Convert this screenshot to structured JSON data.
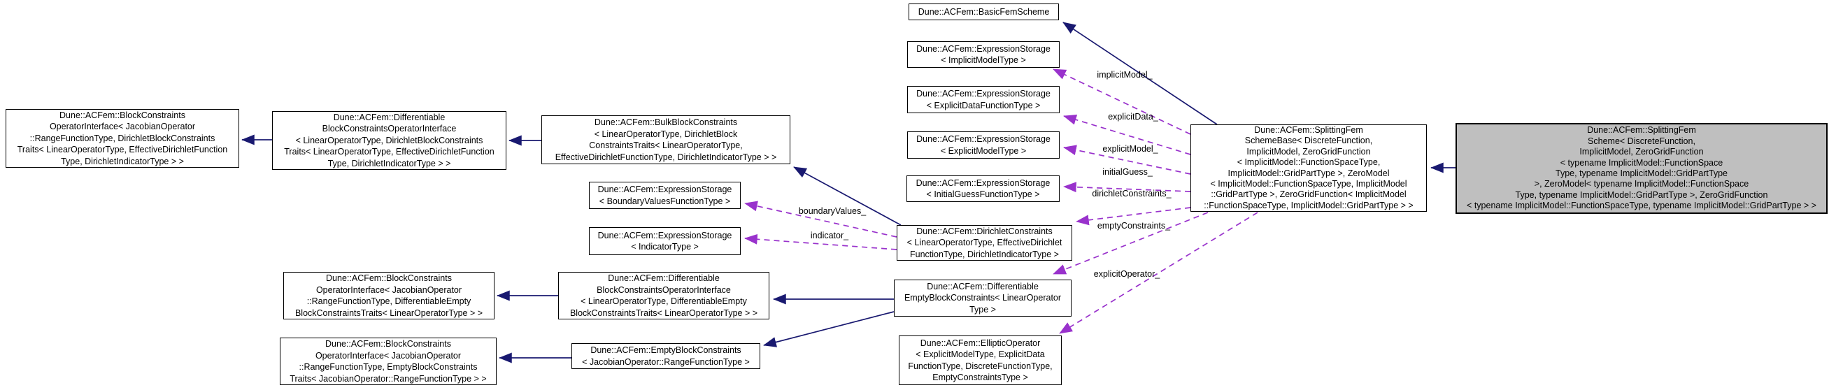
{
  "diagram": {
    "kind": "doxygen-collaboration-graph",
    "colors": {
      "inheritance_edge": "#191970",
      "usage_edge": "#9932cc",
      "node_background": "#ffffff",
      "node_border": "#000000",
      "current_node_background": "#bfbfbf",
      "text": "#000000"
    }
  },
  "nodes": {
    "bc_op_dirichlet": {
      "label": "Dune::ACFem::BlockConstraints\nOperatorInterface< JacobianOperator\n::RangeFunctionType, DirichletBlockConstraints\nTraits< LinearOperatorType, EffectiveDirichletFunction\nType, DirichletIndicatorType > >"
    },
    "diff_bc_op_dirichlet": {
      "label": "Dune::ACFem::Differentiable\nBlockConstraintsOperatorInterface\n< LinearOperatorType, DirichletBlockConstraints\nTraits< LinearOperatorType, EffectiveDirichletFunction\nType, DirichletIndicatorType > >"
    },
    "bulk_block_constraints": {
      "label": "Dune::ACFem::BulkBlockConstraints\n< LinearOperatorType, DirichletBlock\nConstraintsTraits< LinearOperatorType,\nEffectiveDirichletFunctionType, DirichletIndicatorType > >"
    },
    "expr_boundary_values": {
      "label": "Dune::ACFem::ExpressionStorage\n< BoundaryValuesFunctionType >"
    },
    "expr_indicator": {
      "label": "Dune::ACFem::ExpressionStorage\n< IndicatorType >"
    },
    "basic_fem_scheme": {
      "label": "Dune::ACFem::BasicFemScheme"
    },
    "expr_implicit_model": {
      "label": "Dune::ACFem::ExpressionStorage\n< ImplicitModelType >"
    },
    "expr_explicit_data": {
      "label": "Dune::ACFem::ExpressionStorage\n< ExplicitDataFunctionType >"
    },
    "expr_explicit_model": {
      "label": "Dune::ACFem::ExpressionStorage\n< ExplicitModelType >"
    },
    "expr_initial_guess": {
      "label": "Dune::ACFem::ExpressionStorage\n< InitialGuessFunctionType >"
    },
    "dirichlet_constraints": {
      "label": "Dune::ACFem::DirichletConstraints\n< LinearOperatorType, EffectiveDirichlet\nFunctionType, DirichletIndicatorType >"
    },
    "diff_empty_block_constraints": {
      "label": "Dune::ACFem::Differentiable\nEmptyBlockConstraints< LinearOperator\nType >"
    },
    "elliptic_operator": {
      "label": "Dune::ACFem::EllipticOperator\n< ExplicitModelType, ExplicitData\nFunctionType, DiscreteFunctionType,\nEmptyConstraintsType >"
    },
    "bc_op_diff_empty": {
      "label": "Dune::ACFem::BlockConstraints\nOperatorInterface< JacobianOperator\n::RangeFunctionType, DifferentiableEmpty\nBlockConstraintsTraits< LinearOperatorType > >"
    },
    "diff_bc_op_empty": {
      "label": "Dune::ACFem::Differentiable\nBlockConstraintsOperatorInterface\n< LinearOperatorType, DifferentiableEmpty\nBlockConstraintsTraits< LinearOperatorType > >"
    },
    "bc_op_empty": {
      "label": "Dune::ACFem::BlockConstraints\nOperatorInterface< JacobianOperator\n::RangeFunctionType, EmptyBlockConstraints\nTraits< JacobianOperator::RangeFunctionType > >"
    },
    "empty_block_constraints": {
      "label": "Dune::ACFem::EmptyBlockConstraints\n< JacobianOperator::RangeFunctionType >"
    },
    "splitting_fem_scheme_base": {
      "label": "Dune::ACFem::SplittingFem\nSchemeBase< DiscreteFunction,\nImplicitModel, ZeroGridFunction\n< ImplicitModel::FunctionSpaceType,\nImplicitModel::GridPartType >, ZeroModel\n< ImplicitModel::FunctionSpaceType, ImplicitModel\n::GridPartType >, ZeroGridFunction< ImplicitModel\n::FunctionSpaceType, ImplicitModel::GridPartType > >"
    },
    "splitting_fem_scheme": {
      "label": "Dune::ACFem::SplittingFem\nScheme< DiscreteFunction,\nImplicitModel, ZeroGridFunction\n< typename ImplicitModel::FunctionSpace\nType, typename ImplicitModel::GridPartType\n>, ZeroModel< typename ImplicitModel::FunctionSpace\nType, typename ImplicitModel::GridPartType >, ZeroGridFunction\n< typename ImplicitModel::FunctionSpaceType, typename ImplicitModel::GridPartType > >"
    }
  },
  "edge_labels": {
    "implicit_model": "implicitModel_",
    "explicit_data": "explicitData_",
    "explicit_model": "explicitModel_",
    "initial_guess": "initialGuess_",
    "dirichlet_constraints": "dirichletConstraints_",
    "empty_constraints": "emptyConstraints_",
    "explicit_operator": "explicitOperator_",
    "boundary_values": "boundaryValues_",
    "indicator": "indicator_"
  }
}
